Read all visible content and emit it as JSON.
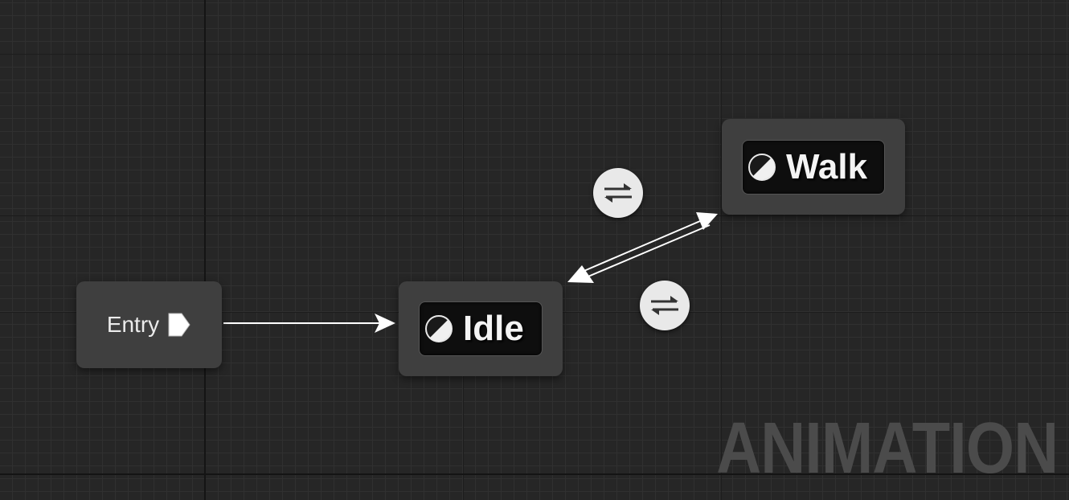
{
  "graph": {
    "entry_node": {
      "label": "Entry",
      "pin_icon": "exec-pin-icon"
    },
    "states": [
      {
        "label": "Idle",
        "icon": "state-half-circle-icon"
      },
      {
        "label": "Walk",
        "icon": "state-half-circle-icon"
      }
    ],
    "transitions": [
      {
        "from": "Idle",
        "to": "Walk",
        "icon": "transition-arrows-icon"
      },
      {
        "from": "Walk",
        "to": "Idle",
        "icon": "transition-arrows-icon"
      }
    ],
    "watermark": "ANIMATION"
  },
  "colors": {
    "background": "#262626",
    "node": "#3f3f3f",
    "state_inner": "#0e0e0e",
    "wire": "#ffffff",
    "transition_button": "#e9e9e9",
    "watermark": "#4b4b4b"
  }
}
